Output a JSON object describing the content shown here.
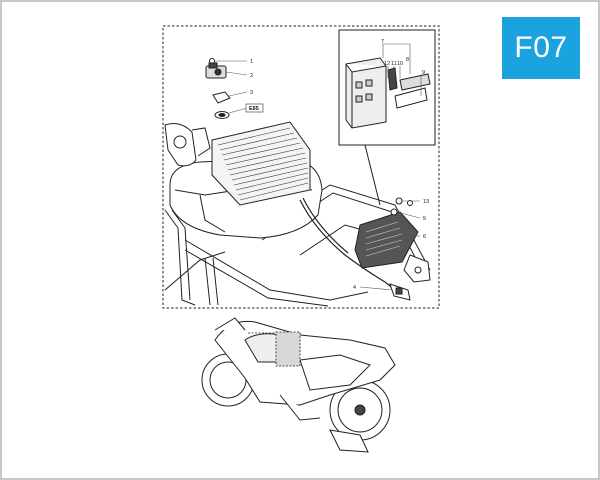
{
  "badge": {
    "code": "F07"
  },
  "callouts": {
    "c1": "1",
    "c2": "2",
    "c3": "3",
    "c4": "4",
    "c5": "5",
    "c6": "6",
    "c7": "7",
    "c8": "8",
    "c9": "9",
    "c10": "10",
    "c11": "11",
    "c12": "12",
    "c13": "13",
    "e85": "E85"
  },
  "colors": {
    "badge": "#1ba3e0",
    "frame_border": "#c8c8c8",
    "line_art": "#1a1a1a"
  }
}
